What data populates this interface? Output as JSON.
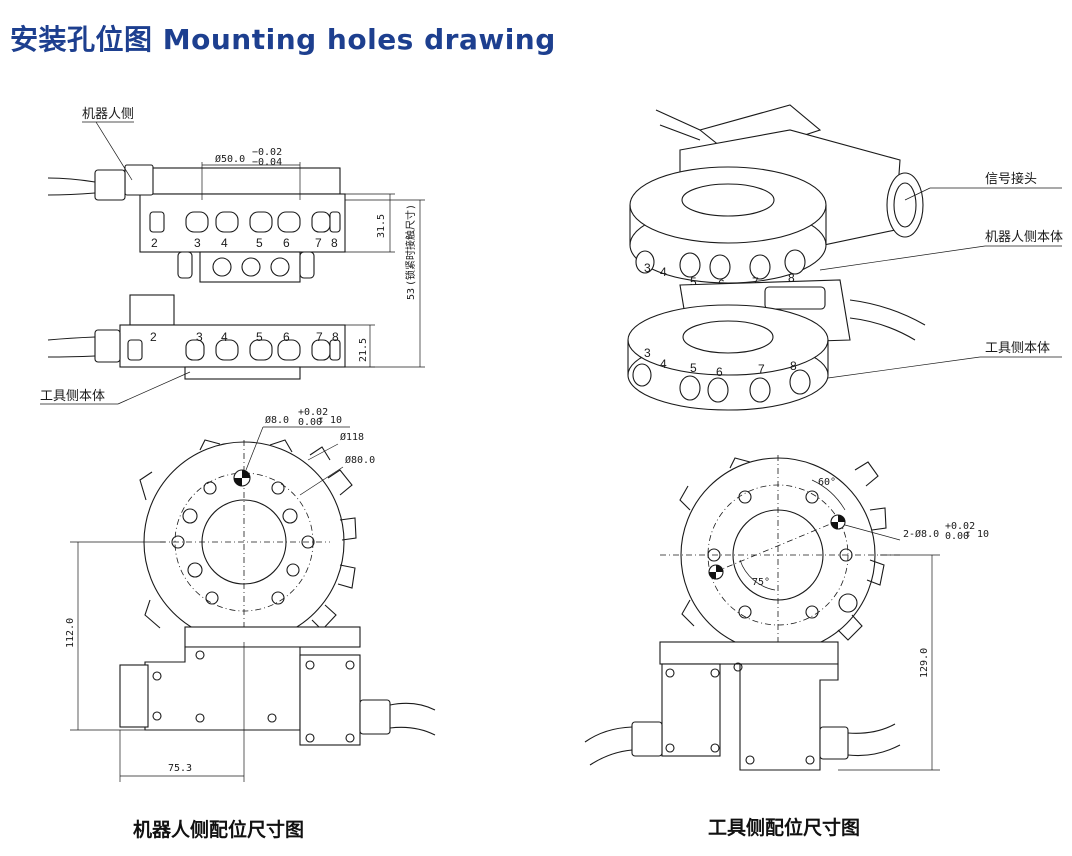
{
  "title": "安装孔位图 Mounting holes drawing",
  "side_view": {
    "callouts": {
      "robot_side": "机器人侧",
      "tool_side_body": "工具侧本体"
    },
    "dims": {
      "d50_main": "Ø50.0",
      "d50_tol_top": "−0.02",
      "d50_tol_bot": "−0.04",
      "h31_5": "31.5",
      "h21_5": "21.5",
      "h53": "53",
      "h53_note": "(锁紧时接触尺寸)"
    },
    "port_numbers_top": [
      "2",
      "3",
      "4",
      "5",
      "6",
      "7",
      "8"
    ],
    "port_numbers_bottom": [
      "2",
      "3",
      "4",
      "5",
      "6",
      "7",
      "8"
    ]
  },
  "iso_view": {
    "callouts": {
      "signal_connector": "信号接头",
      "robot_side_body": "机器人侧本体",
      "tool_side_body": "工具侧本体"
    },
    "port_numbers_top": [
      "3",
      "4",
      "5",
      "6",
      "7",
      "8"
    ],
    "port_numbers_bottom": [
      "3",
      "4",
      "5",
      "6",
      "7",
      "8"
    ]
  },
  "robot_plan": {
    "hole_main": "Ø8.0",
    "hole_tol_top": "+0.02",
    "hole_tol_bot": "0.00",
    "hole_depth": "↧ 10",
    "d118": "Ø118",
    "d80": "Ø80.0",
    "v112": "112.0",
    "h75": "75.3",
    "caption": "机器人侧配位尺寸图"
  },
  "tool_plan": {
    "hole_main": "2-Ø8.0",
    "hole_tol_top": "+0.02",
    "hole_tol_bot": "0.00",
    "hole_depth": "↧ 10",
    "angle60": "60°",
    "angle75": "75°",
    "v129": "129.0",
    "caption": "工具侧配位尺寸图"
  },
  "colors": {
    "title": "#1d3f8f",
    "line": "#1a1a1a"
  }
}
